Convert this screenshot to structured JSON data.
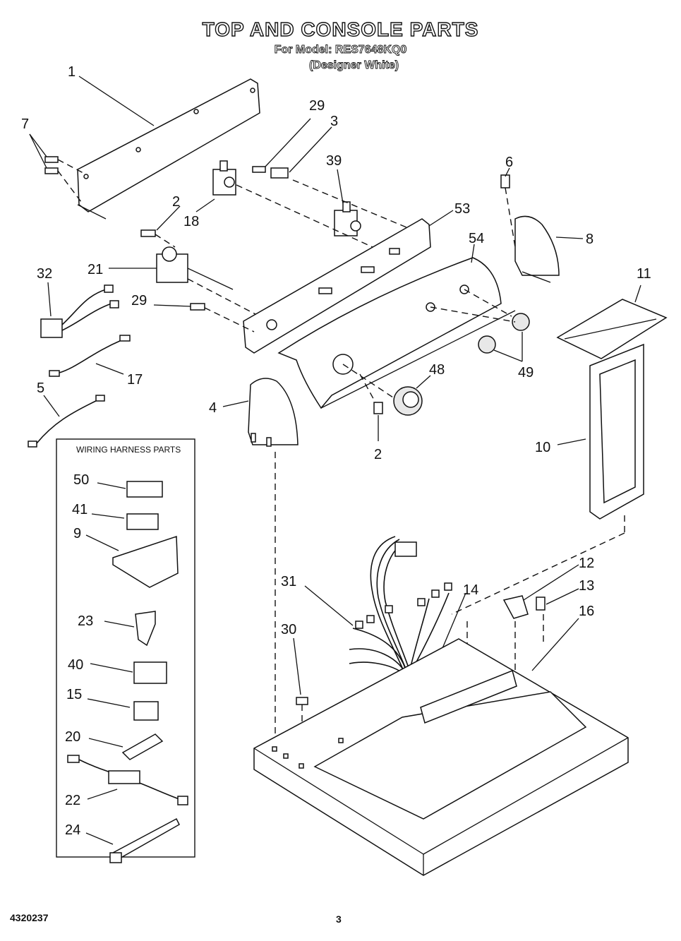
{
  "header": {
    "title": "TOP AND CONSOLE PARTS",
    "model_line": "For Model: RES7648KQ0",
    "color_line": "(Designer White)"
  },
  "wiring_box": {
    "title": "WIRING HARNESS PARTS"
  },
  "callouts": {
    "c1": "1",
    "c7": "7",
    "c29a": "29",
    "c3": "3",
    "c39": "39",
    "c6": "6",
    "c2a": "2",
    "c18": "18",
    "c53": "53",
    "c54": "54",
    "c8": "8",
    "c32": "32",
    "c21": "21",
    "c29b": "29",
    "c11": "11",
    "c17": "17",
    "c48": "48",
    "c49": "49",
    "c5": "5",
    "c4": "4",
    "c2b": "2",
    "c10": "10",
    "c50": "50",
    "c41": "41",
    "c9": "9",
    "c23": "23",
    "c40": "40",
    "c15": "15",
    "c20": "20",
    "c22": "22",
    "c24": "24",
    "c31": "31",
    "c30": "30",
    "c12": "12",
    "c13": "13",
    "c14": "14",
    "c16": "16"
  },
  "footer": {
    "doc_number": "4320237",
    "page_number": "3"
  }
}
